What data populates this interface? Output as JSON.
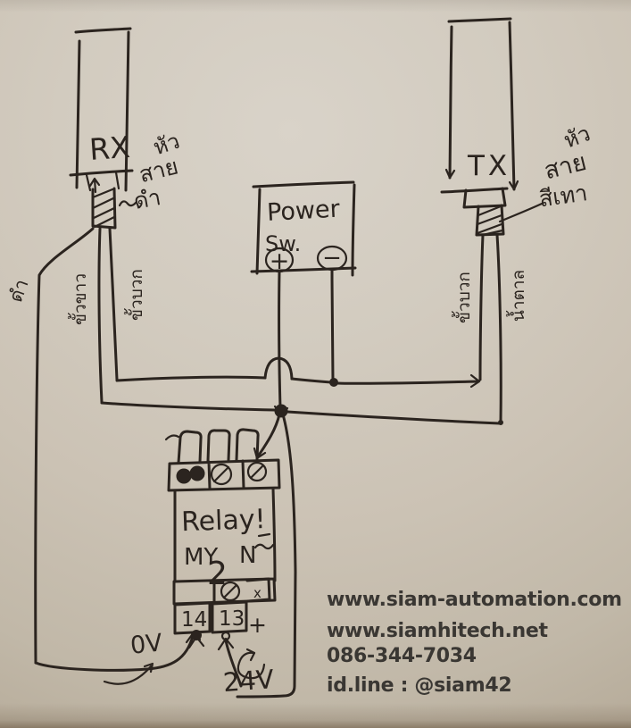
{
  "diagram": {
    "rx_label": "RX",
    "rx_note_1": "หัว",
    "rx_note_2": "สาย",
    "rx_note_3": "ดำ",
    "rx_far_left_mark": "ดำ",
    "rx_wire_label_left": "ขั้วขาว",
    "rx_wire_label_right": "ขั้วบวก",
    "tx_label": "TX",
    "tx_note_1": "หัว",
    "tx_note_2": "สาย",
    "tx_note_3": "สีเทา",
    "tx_wire_label_left": "ขั้วบวก",
    "tx_wire_label_right": "น้ำตาล",
    "power_title": "Power",
    "power_subtitle": "Sw.",
    "power_plus": "+",
    "power_minus": "−",
    "relay_title": "Relay!",
    "relay_model_prefix": "MY",
    "relay_model_digit": "2",
    "relay_model_suffix": "N",
    "relay_screw_x": "x",
    "terminal_14": "14",
    "terminal_13": "13",
    "label_0v": "0V",
    "label_plus": "+",
    "label_24v": "24V"
  },
  "watermark": {
    "line1": "www.siam-automation.com",
    "line2": "www.siamhitech.net",
    "line3": "086-344-7034",
    "line4": "id.line : @siam42"
  },
  "colors": {
    "ink": "#2b241f",
    "paper": "#cdc5b8",
    "watermark_text": "#3a3733"
  }
}
